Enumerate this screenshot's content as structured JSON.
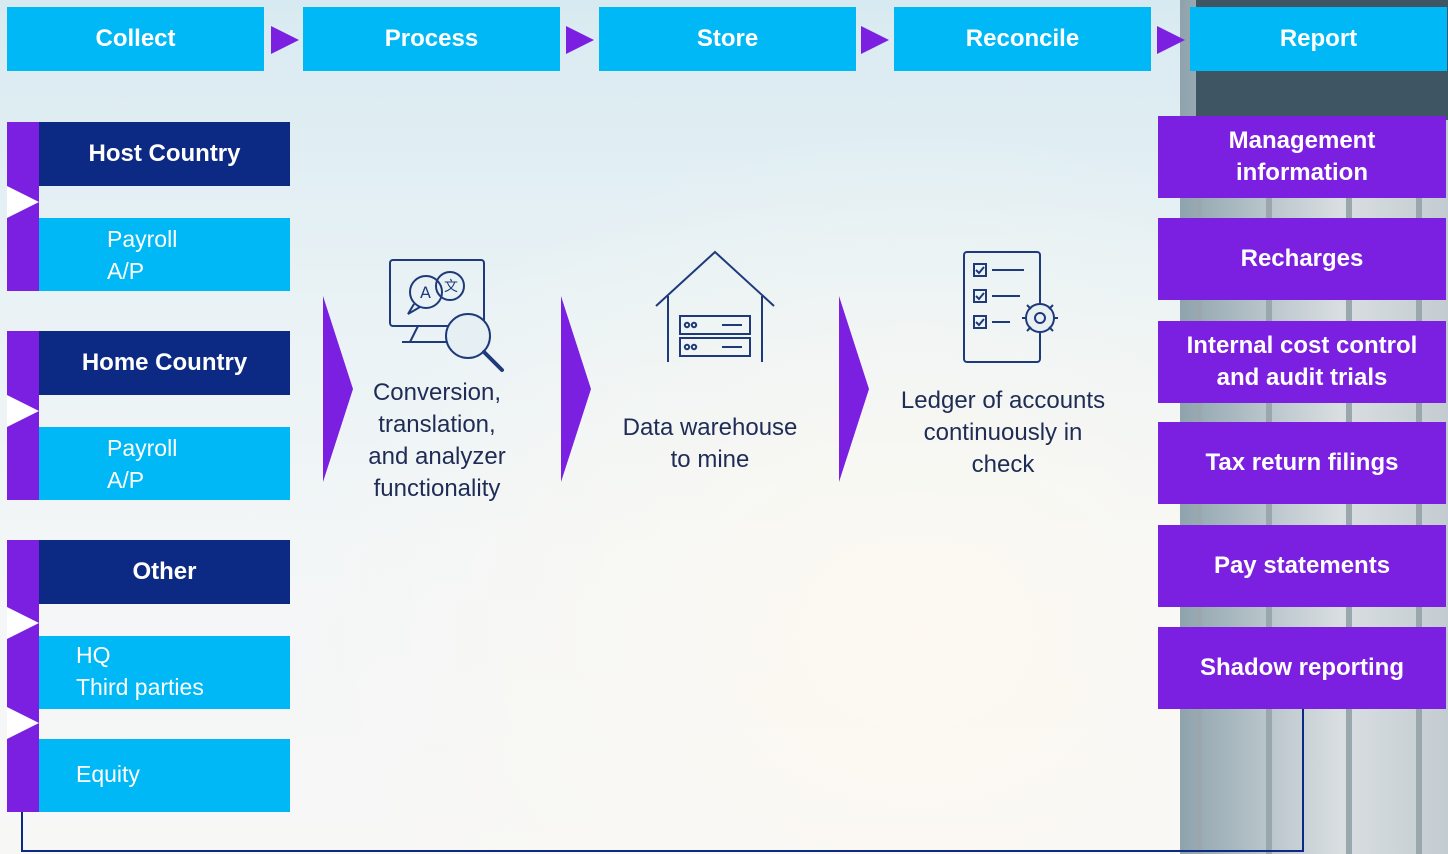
{
  "stages": [
    {
      "label": "Collect"
    },
    {
      "label": "Process"
    },
    {
      "label": "Store"
    },
    {
      "label": "Reconcile"
    },
    {
      "label": "Report"
    }
  ],
  "collect": {
    "groups": [
      {
        "title": "Host Country",
        "items": [
          "Payroll",
          "A/P"
        ]
      },
      {
        "title": "Home Country",
        "items": [
          "Payroll",
          "A/P"
        ]
      },
      {
        "title": "Other",
        "items": [
          "HQ",
          "Third parties"
        ]
      }
    ],
    "extra_item": "Equity"
  },
  "process": {
    "icon": "translation-search-icon",
    "lines": [
      "Conversion,",
      "translation,",
      "and analyzer",
      "functionality"
    ]
  },
  "store": {
    "icon": "warehouse-server-icon",
    "lines": [
      "Data warehouse",
      "to mine"
    ]
  },
  "reconcile": {
    "icon": "checklist-gear-icon",
    "lines": [
      "Ledger of accounts",
      "continuously in",
      "check"
    ]
  },
  "report": {
    "items": [
      {
        "lines": [
          "Management",
          "information"
        ]
      },
      {
        "lines": [
          "Recharges"
        ]
      },
      {
        "lines": [
          "Internal cost control",
          "and audit trials"
        ]
      },
      {
        "lines": [
          "Tax return filings"
        ]
      },
      {
        "lines": [
          "Pay statements"
        ]
      },
      {
        "lines": [
          "Shadow reporting"
        ]
      }
    ]
  },
  "colors": {
    "stage_blue": "#00b8f5",
    "purple": "#7b1fe0",
    "navy": "#0c2a84",
    "text_dark": "#1f2c55",
    "icon_navy": "#1e3a7a"
  }
}
